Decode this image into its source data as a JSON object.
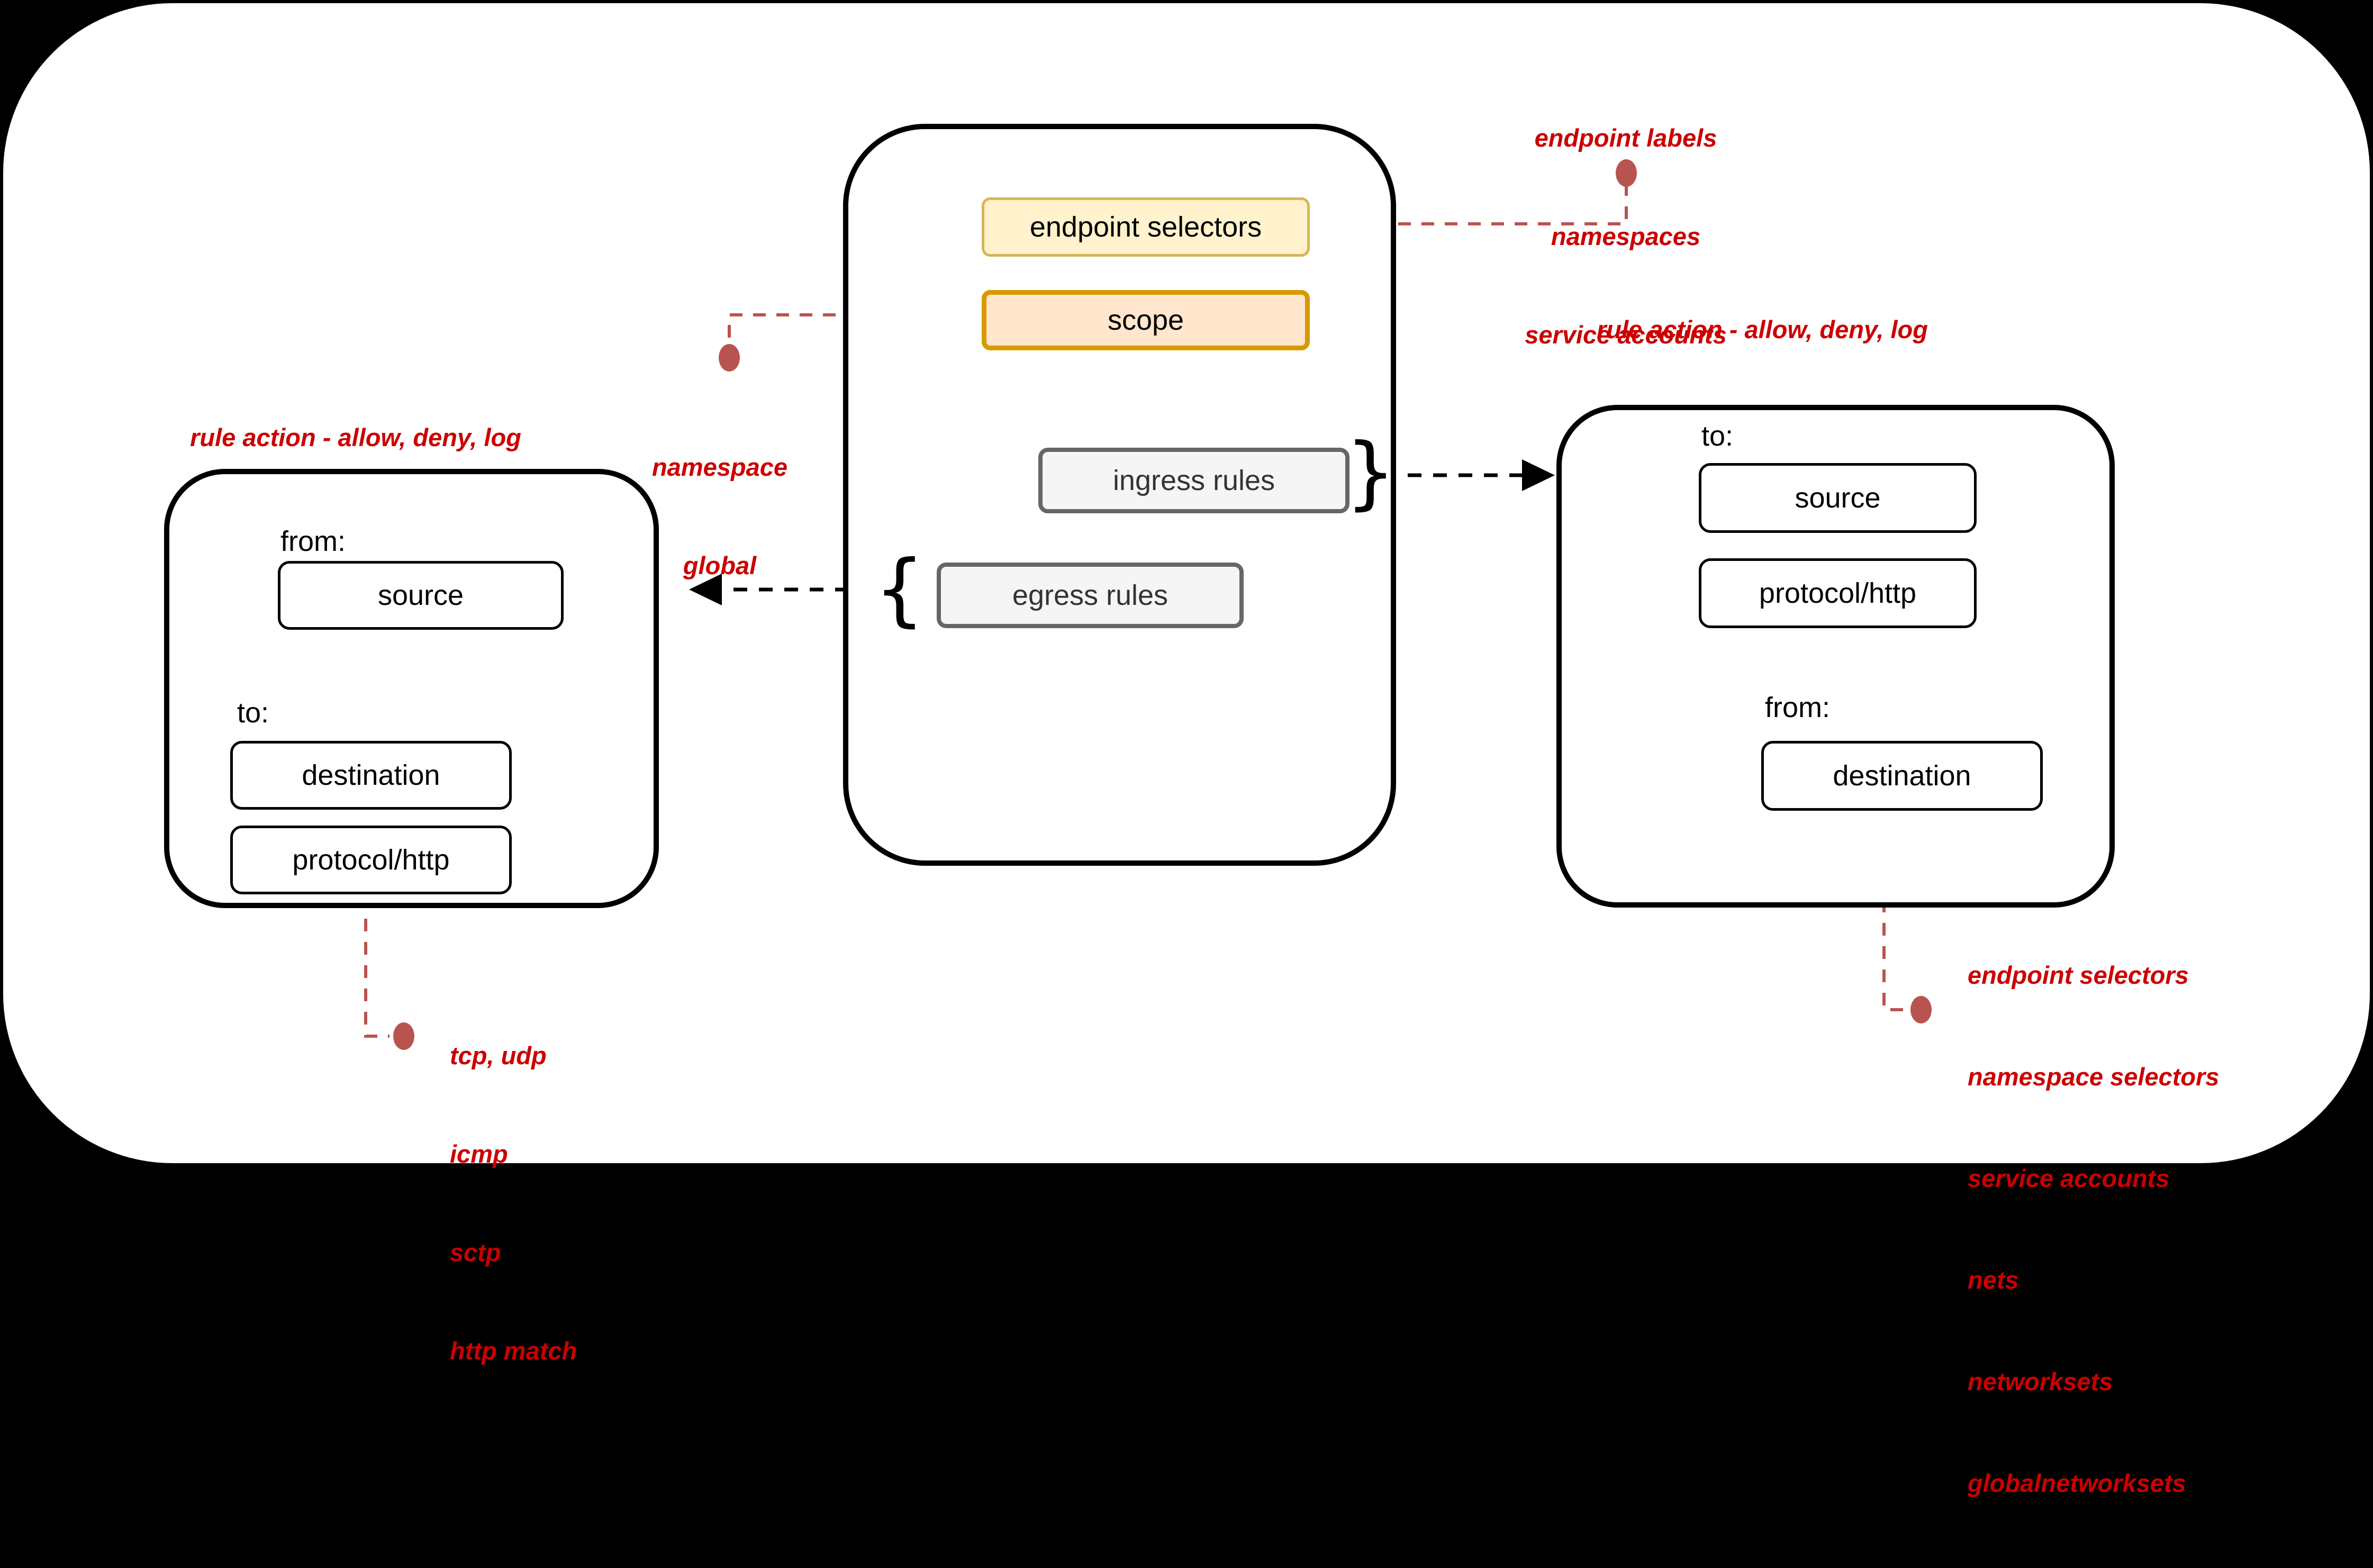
{
  "colors": {
    "background": "#000000",
    "surface": "#ffffff",
    "yellow_fill": "#FFF2CC",
    "yellow_border": "#D6B656",
    "orange_fill": "#FFE6CC",
    "orange_border": "#D79B00",
    "gray_fill": "#F5F5F5",
    "gray_border": "#666666",
    "red_text": "#CC0000",
    "connector_red": "#B85450",
    "line_black": "#000000"
  },
  "center_panel": {
    "endpoint_selectors_label": "endpoint selectors",
    "scope_label": "scope",
    "ingress_label": "ingress rules",
    "egress_label": "egress rules",
    "ingress_brace": "}",
    "egress_brace": "{"
  },
  "left_panel": {
    "title": "rule action - allow, deny, log",
    "from_label": "from:",
    "source_label": "source",
    "to_label": "to:",
    "destination_label": "destination",
    "protocol_label": "protocol/http",
    "annotation": [
      "tcp, udp",
      "icmp",
      "sctp",
      "http match"
    ]
  },
  "right_panel": {
    "title": "rule action - allow, deny, log",
    "to_label": "to:",
    "source_label": "source",
    "protocol_label": "protocol/http",
    "from_label": "from:",
    "destination_label": "destination",
    "annotation": [
      "endpoint selectors",
      "namespace selectors",
      "service accounts",
      "nets",
      "networksets",
      "globalnetworksets"
    ]
  },
  "annotations": {
    "endpoint_selectors_note": [
      "endpoint labels",
      "namespaces",
      "service accounts"
    ],
    "scope_note": [
      "namespace",
      "global"
    ]
  }
}
